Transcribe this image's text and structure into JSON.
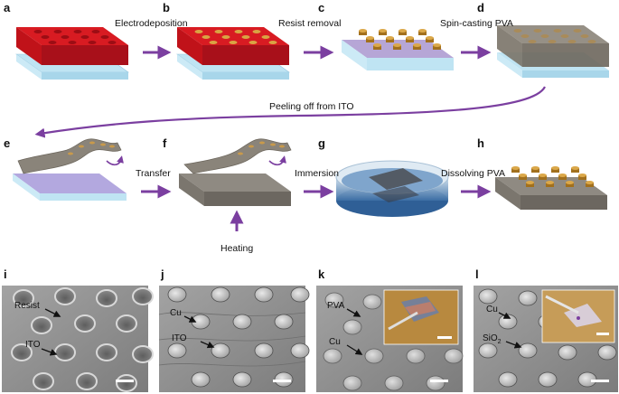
{
  "panel_labels": [
    "a",
    "b",
    "c",
    "d",
    "e",
    "f",
    "g",
    "h",
    "i",
    "j",
    "k",
    "l"
  ],
  "steps": {
    "ab": "Electrodeposition",
    "bc": "Resist removal",
    "cd": "Spin-casting PVA",
    "peel": "Peeling off from ITO",
    "ef": "Transfer",
    "heat": "Heating",
    "fg": "Immersion",
    "gh": "Dissolving PVA"
  },
  "sem_annotations": {
    "i": [
      "Resist",
      "ITO"
    ],
    "j": [
      "Cu",
      "ITO"
    ],
    "k": [
      "PVA",
      "Cu"
    ],
    "l": [
      "Cu",
      "SiO",
      "2"
    ]
  },
  "colors": {
    "arrow": "#7b3fa0",
    "resist": "#c8121a",
    "copper": "#c98f2c",
    "glass": "#bfe4f3",
    "pva": "#9b8fc8",
    "substrate": "#77736c",
    "sem": "#8d8d8d"
  }
}
